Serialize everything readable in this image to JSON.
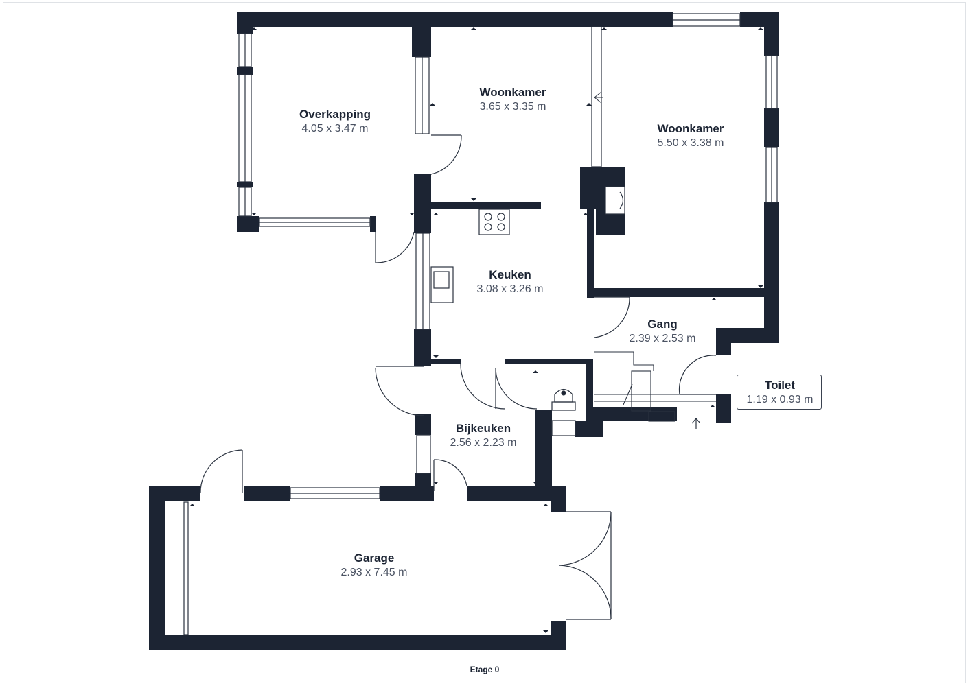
{
  "colors": {
    "wall": "#1c2433",
    "line": "#2b3340",
    "text": "#1c2433",
    "subtext": "#4a5262"
  },
  "rooms": [
    {
      "id": "overkapping",
      "name": "Overkapping",
      "dimensions": "4.05 x 3.47 m"
    },
    {
      "id": "woonkamer-1",
      "name": "Woonkamer",
      "dimensions": "3.65 x 3.35 m"
    },
    {
      "id": "woonkamer-2",
      "name": "Woonkamer",
      "dimensions": "5.50 x 3.38 m"
    },
    {
      "id": "keuken",
      "name": "Keuken",
      "dimensions": "3.08 x 3.26 m"
    },
    {
      "id": "gang",
      "name": "Gang",
      "dimensions": "2.39 x 2.53 m"
    },
    {
      "id": "toilet",
      "name": "Toilet",
      "dimensions": "1.19 x 0.93 m"
    },
    {
      "id": "bijkeuken",
      "name": "Bijkeuken",
      "dimensions": "2.56 x 2.23 m"
    },
    {
      "id": "garage",
      "name": "Garage",
      "dimensions": "2.93 x 7.45 m"
    }
  ],
  "floor_label": "Etage 0",
  "icons": [
    "stove-icon",
    "sink-icon",
    "toilet-icon",
    "stairs-icon",
    "fireplace-icon",
    "entrance-arrow-icon"
  ]
}
